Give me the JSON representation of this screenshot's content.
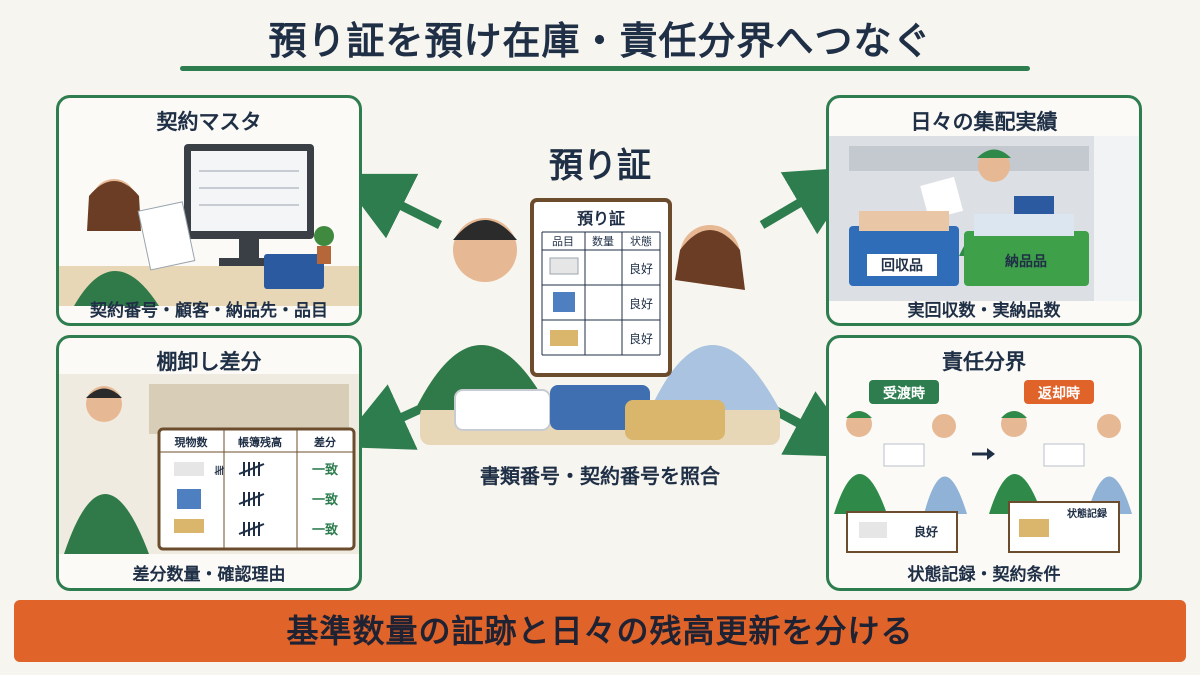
{
  "title": "預り証を預け在庫・責任分界へつなぐ",
  "center": {
    "title": "預り証",
    "sheet_title": "預り証",
    "columns": [
      "品目",
      "数量",
      "状態"
    ],
    "rows": [
      "良好",
      "良好",
      "良好"
    ],
    "caption": "書類番号・契約番号を照合"
  },
  "panels": {
    "contract": {
      "title": "契約マスタ",
      "caption": "契約番号・顧客・納品先・品目"
    },
    "delivery": {
      "title": "日々の集配実績",
      "caption": "実回収数・実納品数",
      "bin_collect": "回収品",
      "bin_deliver": "納品品"
    },
    "inventory": {
      "title": "棚卸し差分",
      "caption": "差分数量・確認理由",
      "columns": [
        "現物数",
        "帳簿残高",
        "差分"
      ],
      "diff": [
        "一致",
        "一致",
        "一致"
      ]
    },
    "responsibility": {
      "title": "責任分界",
      "caption": "状態記録・契約条件",
      "handover": "受渡時",
      "return": "返却時",
      "good": "良好",
      "state_record": "状態記録"
    }
  },
  "banner": "基準数量の証跡と日々の残高更新を分ける",
  "colors": {
    "accent_green": "#2e7d4f",
    "banner_orange": "#e0632a",
    "navy": "#1f2f46"
  }
}
